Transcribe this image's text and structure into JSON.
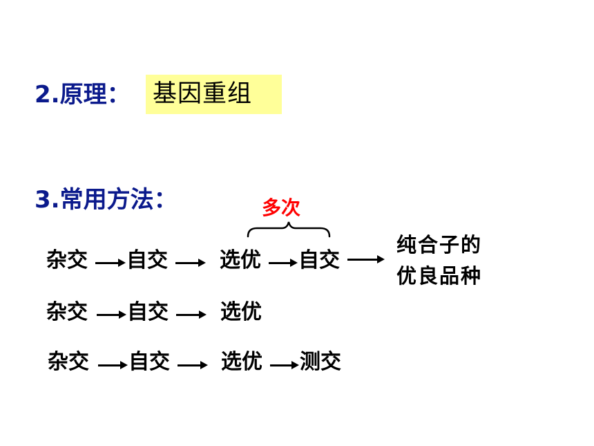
{
  "principle": {
    "label": "2.原理：",
    "value": "基因重组"
  },
  "methods": {
    "label": "3.常用方法：",
    "loop_note": "多次",
    "rows": [
      {
        "steps": [
          "杂交",
          "自交",
          "选优",
          "自交"
        ]
      },
      {
        "steps": [
          "杂交",
          "自交",
          "选优"
        ]
      },
      {
        "steps": [
          "杂交",
          "自交",
          "选优",
          "测交"
        ]
      }
    ],
    "result": [
      "纯合子的",
      "优良品种"
    ]
  },
  "colors": {
    "heading": "#0b1a8c",
    "highlight": "#ffff99",
    "note": "#ff0000"
  }
}
